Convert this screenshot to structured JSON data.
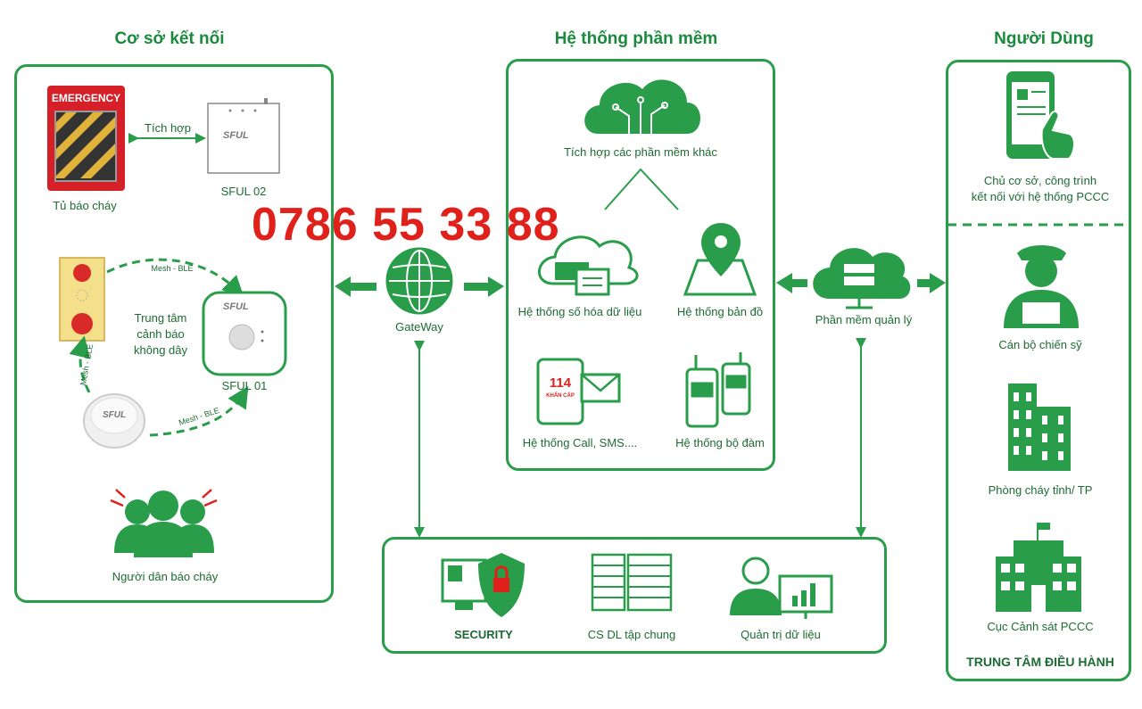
{
  "sections": {
    "connect_title": "Cơ sở kết nối",
    "software_title": "Hệ thống phần mềm",
    "user_title": "Người Dùng"
  },
  "phone": "0786 55 33 88",
  "connect": {
    "emergency_text": "EMERGENCY",
    "fire_cabinet": "Tủ báo cháy",
    "integrate": "Tích hợp",
    "sful02": "SFUL 02",
    "mesh_top": "Mesh - BLE",
    "mesh_left": "Mesh - BLE",
    "mesh_bottom": "Mesh - BLE",
    "center_line1": "Trung tâm",
    "center_line2": "cảnh báo",
    "center_line3": "không dây",
    "sful01": "SFUL 01",
    "brand": "SFUL",
    "people": "Người dân báo cháy"
  },
  "gateway": "GateWay",
  "software": {
    "integrate_others": "Tích hợp các phần mềm khác",
    "digitize": "Hệ thống số hóa dữ liệu",
    "map": "Hệ thống bản đồ",
    "call_sms": "Hệ thống Call, SMS....",
    "radio": "Hệ thống bộ đàm",
    "phone_screen_number": "114",
    "phone_screen_text": "KHẨN CẤP"
  },
  "management": "Phần mềm quản lý",
  "bottom": {
    "security": "SECURITY",
    "database": "CS DL tập chung",
    "admin": "Quản trị dữ liệu"
  },
  "users": {
    "owner_line1": "Chủ cơ sở, công trình",
    "owner_line2": "kết nối với hệ thống PCCC",
    "officer": "Cán bộ chiến sỹ",
    "provincial": "Phòng cháy tỉnh/ TP",
    "police_dept": "Cục Cảnh sát PCCC",
    "command_center": "TRUNG TÂM ĐIỀU HÀNH"
  },
  "colors": {
    "green": "#2a9d4b",
    "dark_green": "#1d6b33",
    "red": "#e0201b"
  }
}
